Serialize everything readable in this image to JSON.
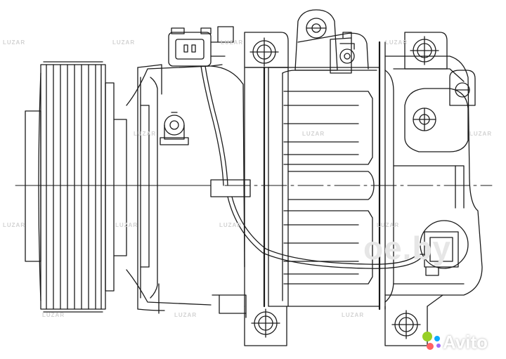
{
  "watermark": {
    "brand": "LUZAR"
  },
  "overlay": {
    "site_text": "oe.by",
    "marketplace_text": "Avito"
  },
  "colors": {
    "line": "#1a1a1a",
    "watermark": "#d2d2d2",
    "avito_dots": [
      "#97cf26",
      "#0af",
      "#ff6163",
      "#a169f7"
    ]
  }
}
